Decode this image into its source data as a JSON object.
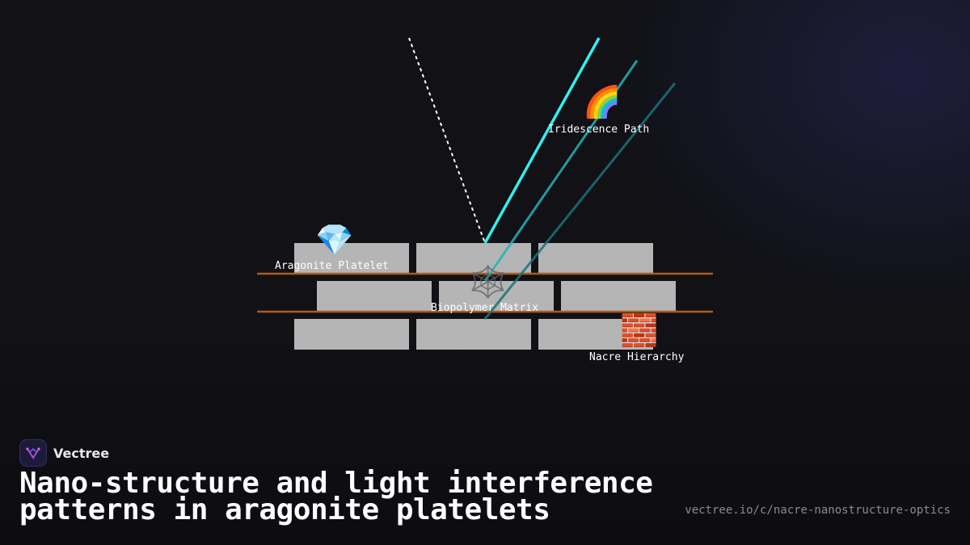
{
  "diagram": {
    "labels": {
      "iridescence": "Iridescence Path",
      "platelet": "Aragonite Platelet",
      "matrix": "Biopolymer Matrix",
      "hierarchy": "Nacre Hierarchy"
    },
    "icons": {
      "iridescence": "🌈",
      "platelet": "💎",
      "matrix": "🕸️",
      "hierarchy": "🧱"
    },
    "colors": {
      "platelet": "#b5b5b5",
      "matrix_line": "#b35a10",
      "reflected_ray": "#2ff0f0",
      "incident_ray": "#ffffff"
    }
  },
  "brand": {
    "name": "Vectree"
  },
  "title": "Nano-structure and light interference patterns in aragonite platelets",
  "url": "vectree.io/c/nacre-nanostructure-optics"
}
